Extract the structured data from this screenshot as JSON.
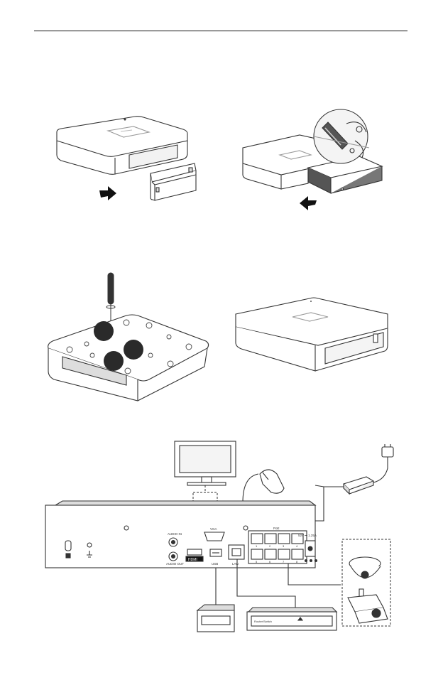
{
  "ports": {
    "audio_in": "AUDIO IN",
    "audio_out": "AUDIO OUT",
    "vga": "VGA",
    "hdmi": "HDMI",
    "usb": "USB",
    "lan": "LAN",
    "poe": "PoE",
    "power": "52V ⎓ 1.25A"
  },
  "switch_label": "Router/Switch",
  "poe_numbers": [
    "1",
    "2",
    "3",
    "4",
    "5",
    "6",
    "7",
    "8"
  ]
}
